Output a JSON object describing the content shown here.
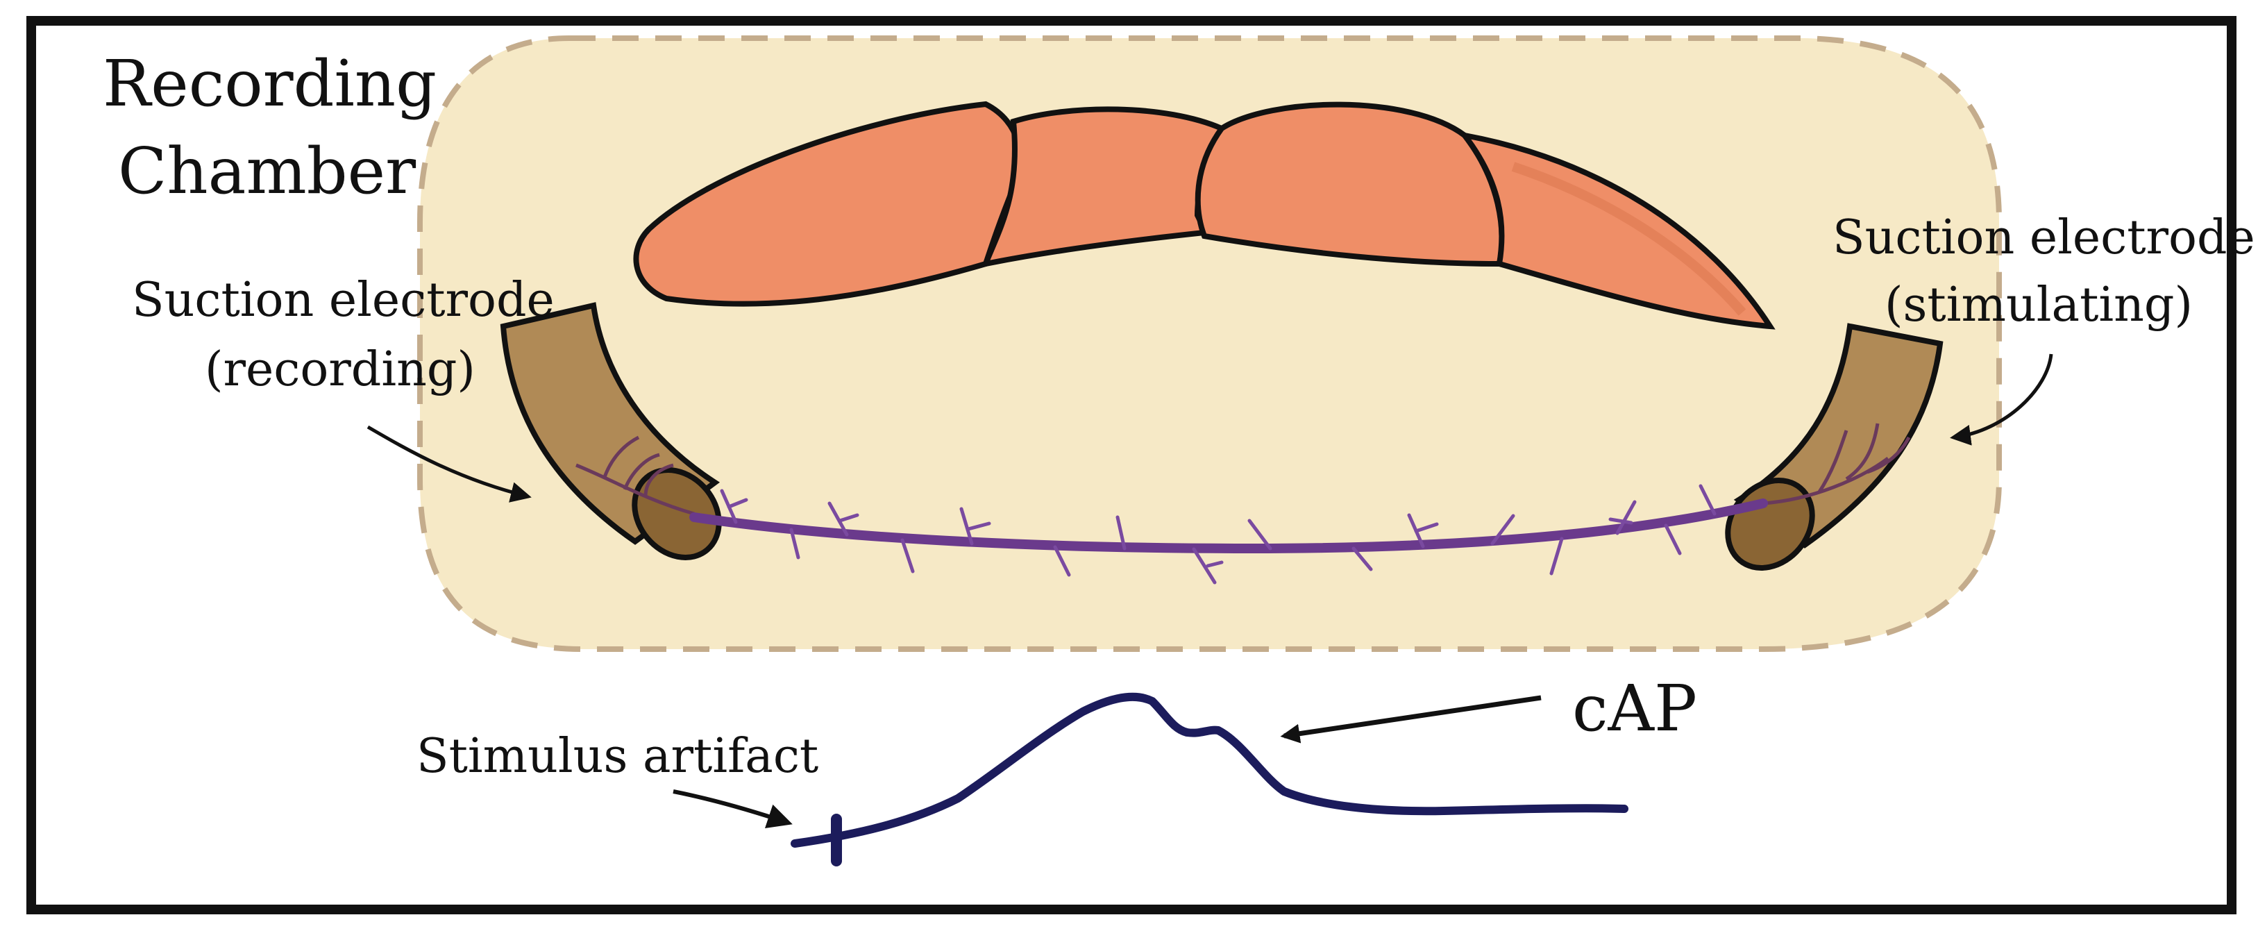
{
  "labels": {
    "chamber_line1": "Recording",
    "chamber_line2": "Chamber",
    "rec_electrode_line1": "Suction electrode",
    "rec_electrode_line2": "(recording)",
    "stim_electrode_line1": "Suction electrode",
    "stim_electrode_line2": "(stimulating)",
    "stimulus_artifact": "Stimulus artifact",
    "cap": "cAP"
  },
  "colors": {
    "chamber_fill": "#f6e9c6",
    "chamber_dash": "#c4ac8c",
    "crayfish_fill": "#ef8e67",
    "electrode_fill": "#b08a56",
    "nerve": "#6a3a8c",
    "trace": "#1c1c5c",
    "frame": "#111111"
  },
  "icons": {
    "arrow_recording": "arrow-icon",
    "arrow_stimulating": "arrow-icon",
    "arrow_artifact": "arrow-icon",
    "arrow_cap": "arrow-icon"
  }
}
